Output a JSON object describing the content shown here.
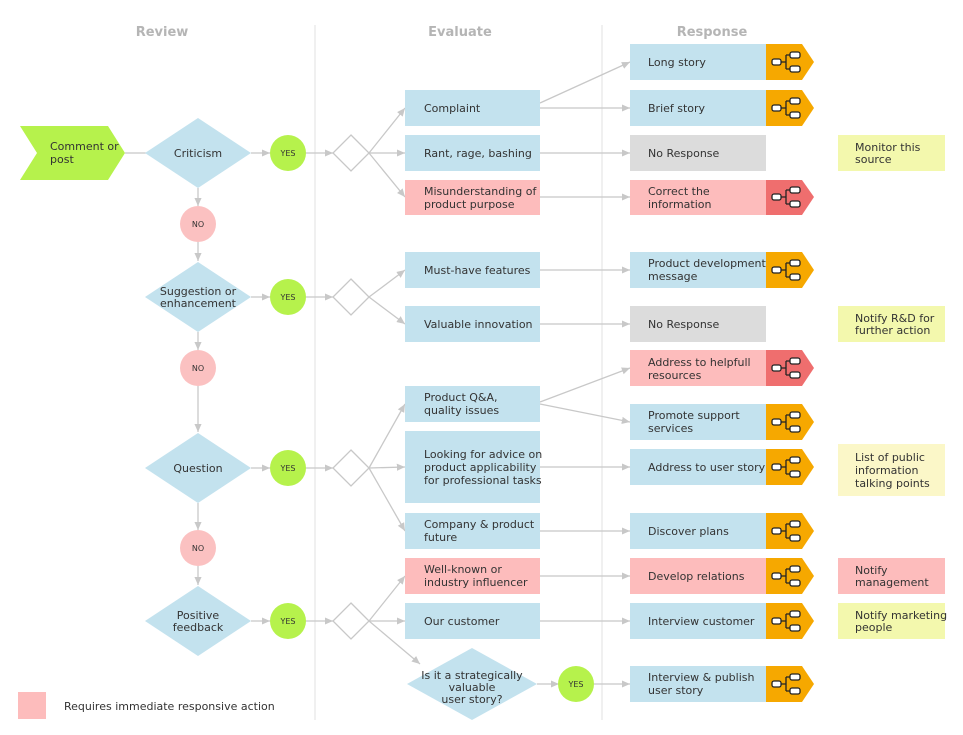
{
  "columns": {
    "review": "Review",
    "evaluate": "Evaluate",
    "response": "Response"
  },
  "start": {
    "line1": "Comment or",
    "line2": "post"
  },
  "decisions": {
    "criticism": {
      "line1": "Criticism",
      "line2": ""
    },
    "suggestion": {
      "line1": "Suggestion or",
      "line2": "enhancement"
    },
    "question": {
      "line1": "Question",
      "line2": ""
    },
    "positive": {
      "line1": "Positive",
      "line2": "feedback"
    }
  },
  "yes_label": "YES",
  "no_label": "NO",
  "evaluate": {
    "complaint": {
      "line1": "Complaint",
      "line2": "",
      "line3": ""
    },
    "rant": {
      "line1": "Rant, rage, bashing",
      "line2": "",
      "line3": ""
    },
    "misunderstanding": {
      "line1": "Misunderstanding of",
      "line2": "product purpose",
      "line3": ""
    },
    "must_have": {
      "line1": "Must-have features",
      "line2": "",
      "line3": ""
    },
    "innovation": {
      "line1": "Valuable innovation",
      "line2": "",
      "line3": ""
    },
    "qa": {
      "line1": "Product Q&A,",
      "line2": "quality issues",
      "line3": ""
    },
    "advice": {
      "line1": "Looking for advice on",
      "line2": "product applicability",
      "line3": "for professional tasks"
    },
    "future": {
      "line1": "Company & product",
      "line2": "future",
      "line3": ""
    },
    "influencer": {
      "line1": "Well-known or",
      "line2": "industry influencer",
      "line3": ""
    },
    "customer": {
      "line1": "Our customer",
      "line2": "",
      "line3": ""
    },
    "strategic": {
      "line1": "Is it a strategically",
      "line2": "valuable",
      "line3": "user story?"
    }
  },
  "responses": {
    "long_story": {
      "line1": "Long story",
      "line2": ""
    },
    "brief_story": {
      "line1": "Brief story",
      "line2": ""
    },
    "no_response_1": {
      "line1": "No Response",
      "line2": ""
    },
    "correct_info": {
      "line1": "Correct the",
      "line2": "information"
    },
    "product_dev": {
      "line1": "Product development",
      "line2": "message"
    },
    "no_response_2": {
      "line1": "No Response",
      "line2": ""
    },
    "helpful": {
      "line1": "Address to helpfull",
      "line2": "resources"
    },
    "support": {
      "line1": "Promote support",
      "line2": "services"
    },
    "user_story": {
      "line1": "Address to user story",
      "line2": ""
    },
    "plans": {
      "line1": "Discover plans",
      "line2": ""
    },
    "relations": {
      "line1": "Develop relations",
      "line2": ""
    },
    "interview": {
      "line1": "Interview customer",
      "line2": ""
    },
    "publish": {
      "line1": "Interview & publish",
      "line2": "user story"
    }
  },
  "notes": {
    "monitor": {
      "line1": "Monitor this",
      "line2": "source",
      "line3": ""
    },
    "rnd": {
      "line1": "Notify R&D for",
      "line2": "further action",
      "line3": ""
    },
    "public": {
      "line1": "List of public",
      "line2": "information",
      "line3": "talking points"
    },
    "management": {
      "line1": "Notify",
      "line2": "management",
      "line3": ""
    },
    "marketing": {
      "line1": "Notify marketing",
      "line2": "people",
      "line3": ""
    }
  },
  "legend": {
    "label": "Requires immediate responsive action"
  },
  "colors": {
    "blue": "#c3e2ee",
    "pink": "#fdbcbc",
    "gray": "#dcdcdc",
    "green": "#b6f24c",
    "no": "#fbc1c1",
    "note_yellow": "#f3f8ad",
    "note_cream": "#fbf7c8",
    "orange_tag": "#f6a800",
    "red_tag": "#ef6e6e"
  }
}
